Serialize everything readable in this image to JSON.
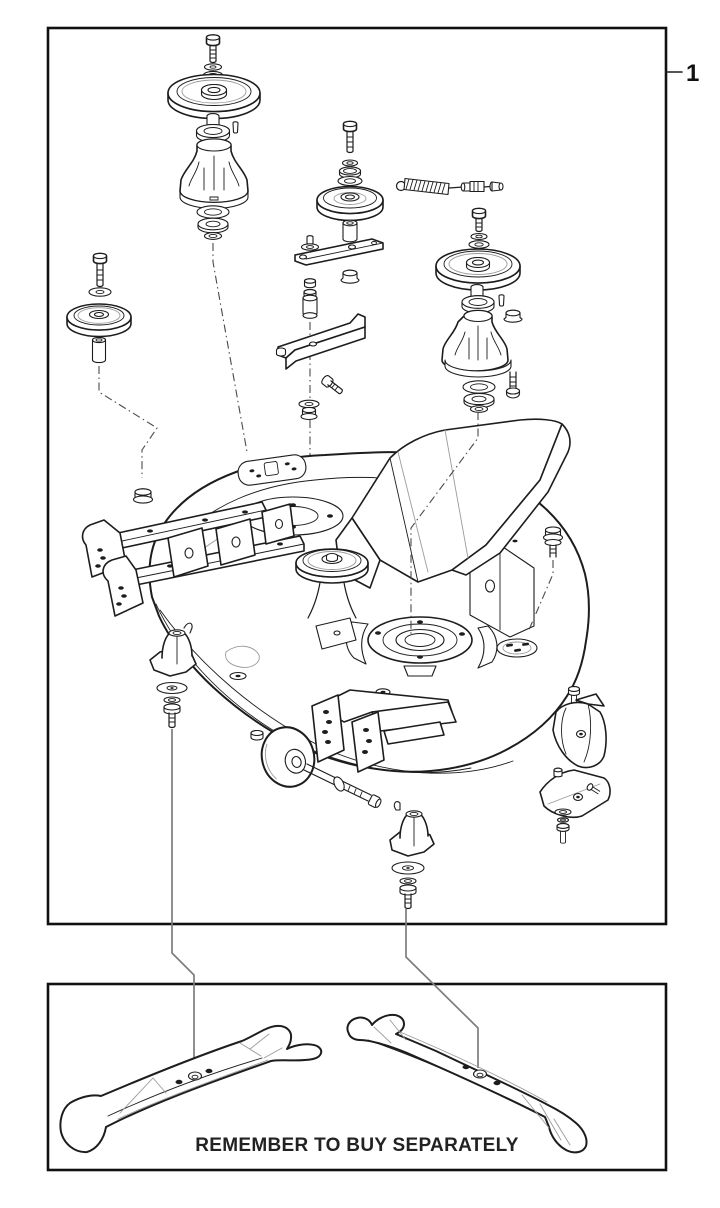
{
  "figure": {
    "kind": "exploded-parts-diagram",
    "subject": "mower-cutting-deck-assembly",
    "background_color": "#ffffff",
    "line_color": "#1d1d1d",
    "leader_line_color": "#7d7d7d"
  },
  "callout": {
    "label": "1"
  },
  "note_panel": {
    "message": "REMEMBER TO BUY SEPARATELY"
  },
  "parts": [
    "spindle-assembly-left",
    "idler-pulley-far-left",
    "idler-group-center",
    "tension-spring-cable",
    "spindle-assembly-right",
    "deck-shell",
    "discharge-chute",
    "deck-pulley-center",
    "bearing-ring-right",
    "front-hanger-brackets",
    "rear-hanger-bracket",
    "deck-wheel",
    "blade-hub-left",
    "blade-hub-right",
    "deflector-group",
    "blade-left",
    "blade-right"
  ]
}
